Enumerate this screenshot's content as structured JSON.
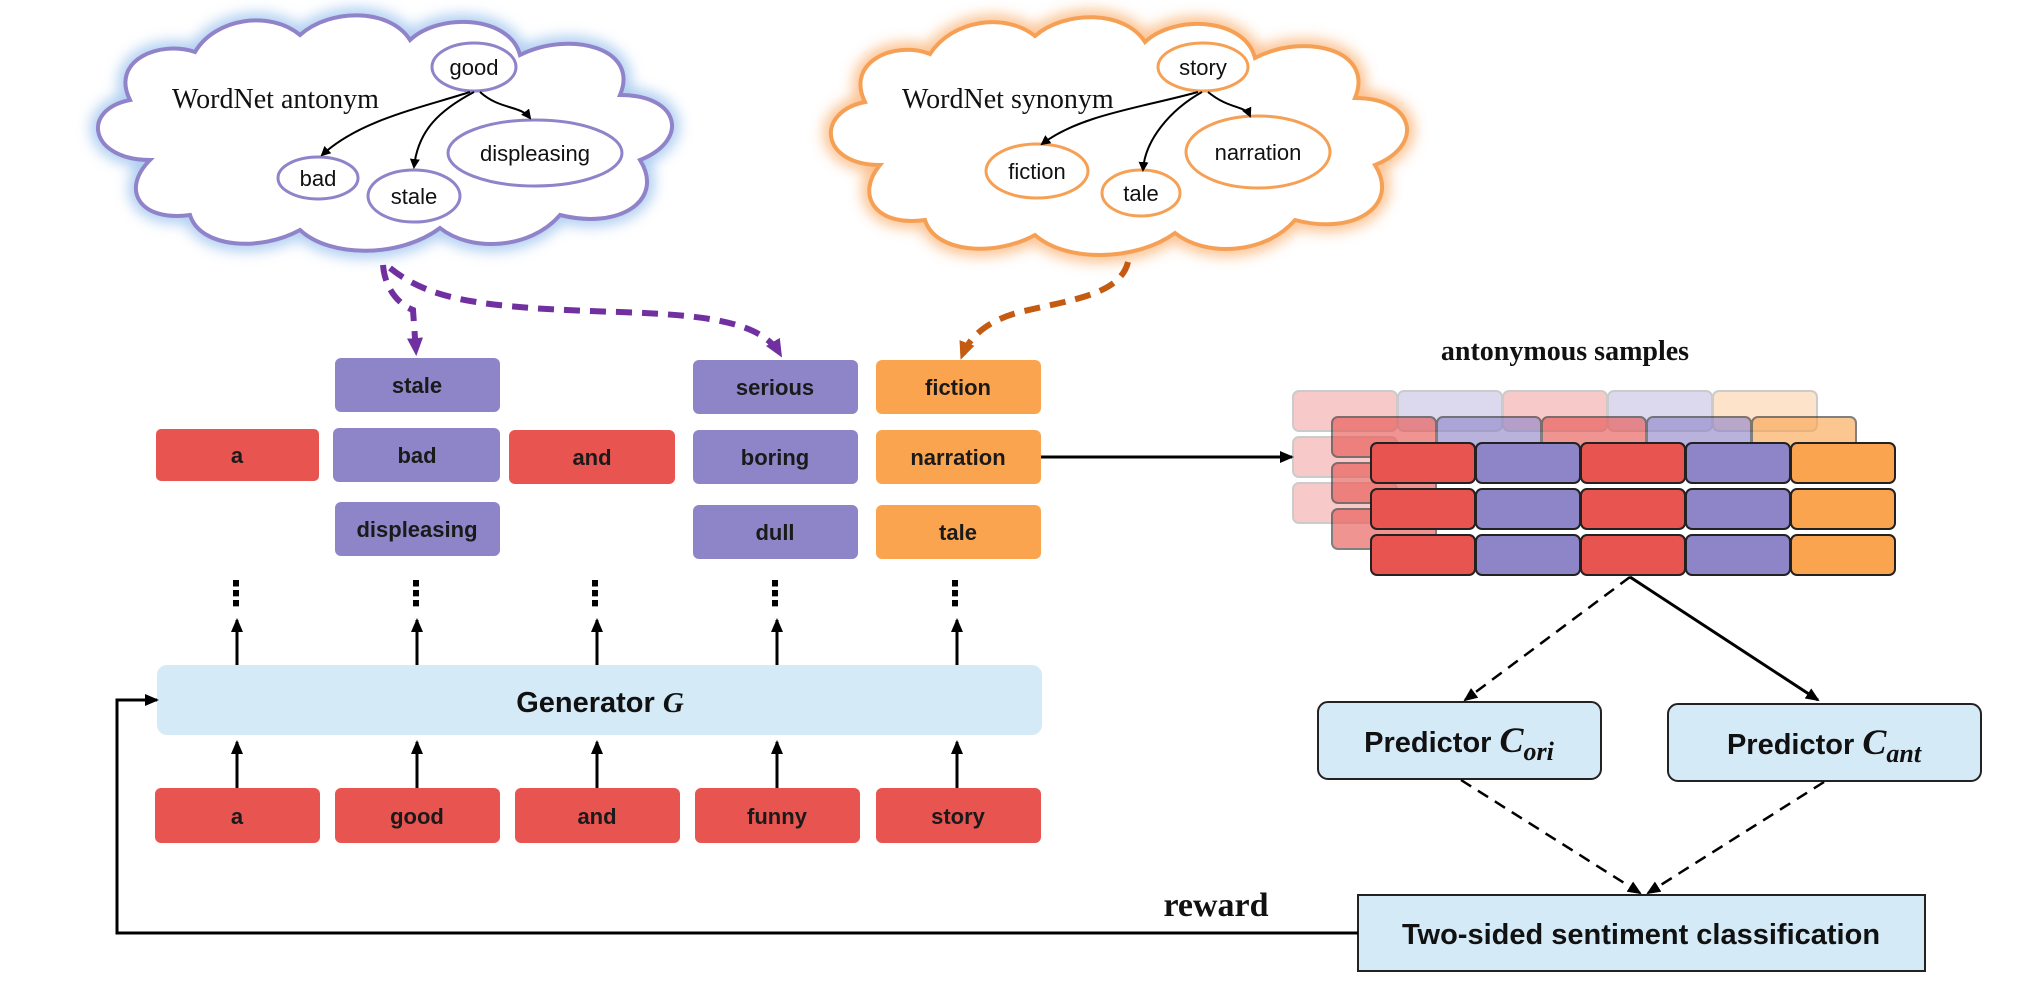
{
  "colors": {
    "red": "#e85450",
    "purple": "#8e84c8",
    "orange": "#fba44f",
    "light_blue": "#d4eaf7",
    "cloud_purple_border": "#9083c9",
    "cloud_orange_border": "#f6a055",
    "arrow_purple": "#7030a0",
    "arrow_orange": "#c55a11"
  },
  "antonym_cloud": {
    "title": "WordNet antonym",
    "root": "good",
    "children": [
      "bad",
      "stale",
      "displeasing"
    ]
  },
  "synonym_cloud": {
    "title": "WordNet synonym",
    "root": "story",
    "children": [
      "fiction",
      "tale",
      "narration"
    ]
  },
  "candidates": {
    "col_a": [
      "a"
    ],
    "col_good": [
      "stale",
      "bad",
      "displeasing"
    ],
    "col_and": [
      "and"
    ],
    "col_funny": [
      "serious",
      "boring",
      "dull"
    ],
    "col_story": [
      "fiction",
      "narration",
      "tale"
    ]
  },
  "ellipsis": "⋮",
  "generator": {
    "label": "Generator",
    "symbol": "G"
  },
  "input_tokens": [
    "a",
    "good",
    "and",
    "funny",
    "story"
  ],
  "samples": {
    "title": "antonymous samples"
  },
  "predictor_ori": {
    "label": "Predictor",
    "symbol": "C",
    "subscript": "ori"
  },
  "predictor_ant": {
    "label": "Predictor",
    "symbol": "C",
    "subscript": "ant"
  },
  "classifier": {
    "label": "Two-sided sentiment classification"
  },
  "reward": {
    "label": "reward"
  }
}
